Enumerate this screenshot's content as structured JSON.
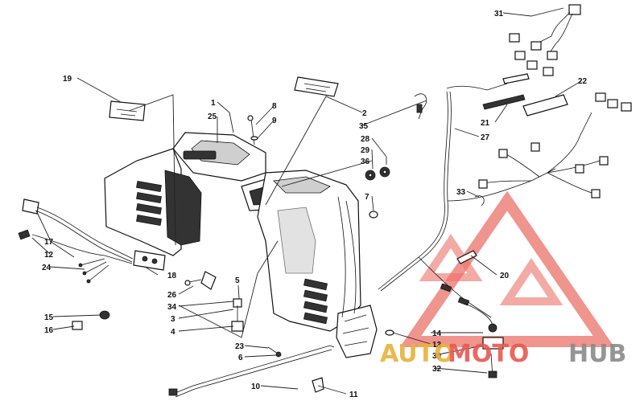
{
  "callouts": [
    {
      "id": "l1",
      "text": "1"
    },
    {
      "id": "l2",
      "text": "2"
    },
    {
      "id": "l3",
      "text": "3"
    },
    {
      "id": "l4",
      "text": "4"
    },
    {
      "id": "l5",
      "text": "5"
    },
    {
      "id": "l6",
      "text": "6"
    },
    {
      "id": "l7",
      "text": "7"
    },
    {
      "id": "l8",
      "text": "8"
    },
    {
      "id": "l9",
      "text": "9"
    },
    {
      "id": "l10",
      "text": "10"
    },
    {
      "id": "l11",
      "text": "11"
    },
    {
      "id": "l12",
      "text": "12"
    },
    {
      "id": "l13",
      "text": "13"
    },
    {
      "id": "l14",
      "text": "14"
    },
    {
      "id": "l15",
      "text": "15"
    },
    {
      "id": "l16",
      "text": "16"
    },
    {
      "id": "l17",
      "text": "17"
    },
    {
      "id": "l18",
      "text": "18"
    },
    {
      "id": "l19",
      "text": "19"
    },
    {
      "id": "l20",
      "text": "20"
    },
    {
      "id": "l21",
      "text": "21"
    },
    {
      "id": "l22",
      "text": "22"
    },
    {
      "id": "l23",
      "text": "23"
    },
    {
      "id": "l24",
      "text": "24"
    },
    {
      "id": "l25",
      "text": "25"
    },
    {
      "id": "l26",
      "text": "26"
    },
    {
      "id": "l27",
      "text": "27"
    },
    {
      "id": "l28",
      "text": "28"
    },
    {
      "id": "l29",
      "text": "29"
    },
    {
      "id": "l30",
      "text": "30"
    },
    {
      "id": "l31",
      "text": "31"
    },
    {
      "id": "l32",
      "text": "32"
    },
    {
      "id": "l33",
      "text": "33"
    },
    {
      "id": "l34",
      "text": "34"
    },
    {
      "id": "l35",
      "text": "35"
    },
    {
      "id": "l36",
      "text": "36"
    }
  ],
  "watermark": {
    "part1": "AUTO",
    "part2": "MOTO",
    "part3": "HUB",
    "color_red": "#e8584f",
    "color_gold": "#e8b23a",
    "color_gray": "#8a8a8a"
  }
}
